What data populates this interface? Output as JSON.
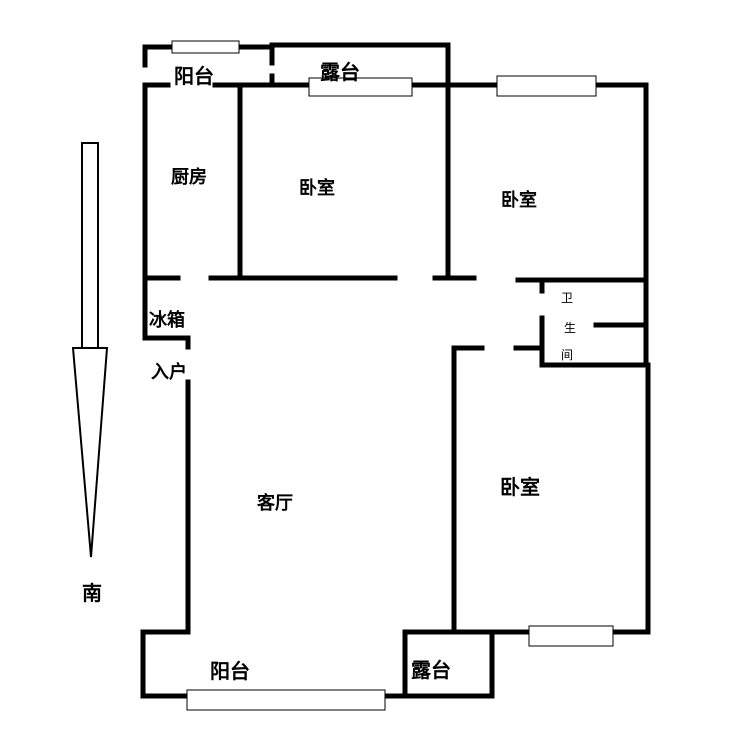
{
  "labels": {
    "balcony_top": "阳台",
    "terrace_top": "露台",
    "kitchen": "厨房",
    "bedroom_a": "卧室",
    "bedroom_b": "卧室",
    "bedroom_c": "卧室",
    "fridge": "冰箱",
    "entrance": "入户",
    "living_room": "客厅",
    "balcony_bottom": "阳台",
    "terrace_bottom": "露台",
    "bathroom_1": "卫",
    "bathroom_2": "生",
    "bathroom_3": "间",
    "compass_south": "南"
  },
  "colors": {
    "wall": "#000000",
    "background": "#ffffff"
  }
}
